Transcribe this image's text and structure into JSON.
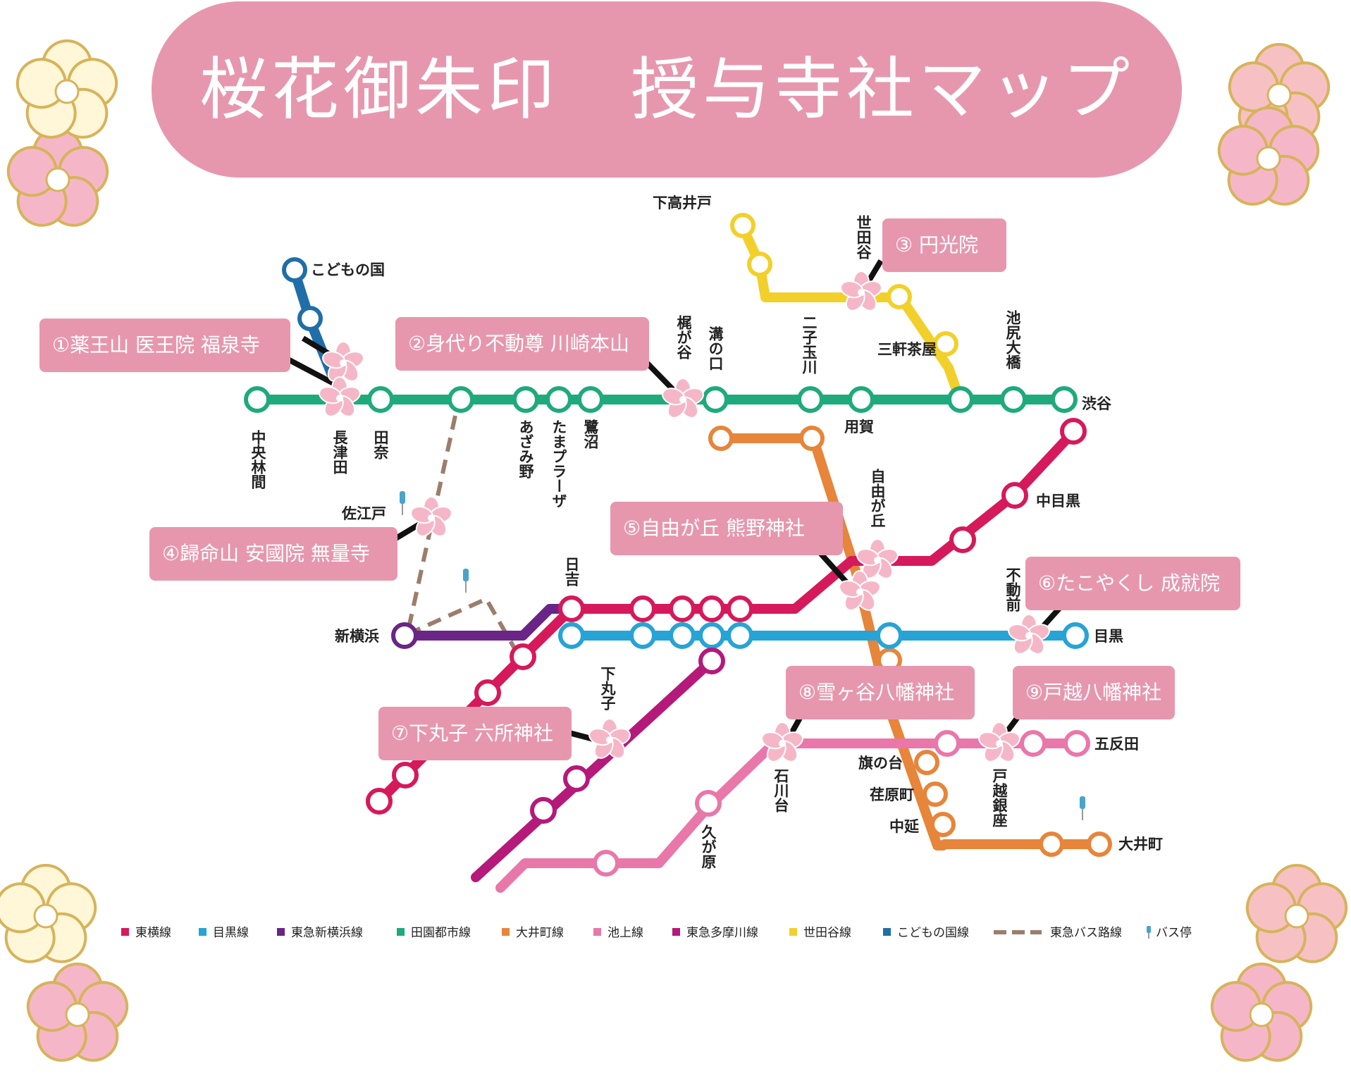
{
  "title": "桜花御朱印　授与寺社マップ",
  "colors": {
    "banner": "#e697ae",
    "toyoko": "#d6195a",
    "meguro": "#27a3d6",
    "shinyokohama": "#6a2586",
    "denentoshi": "#1faa7c",
    "oimachi": "#e7853a",
    "ikegami": "#e977aa",
    "tamagawa": "#b5197a",
    "setagaya": "#f2d02b",
    "kodomonokuni": "#1f6ea8",
    "bus": "#9c7d6b",
    "connector": "#111111",
    "blossom": "#f5b7c8"
  },
  "temples": [
    {
      "id": "t1",
      "label": "①薬王山 医王院 福泉寺"
    },
    {
      "id": "t2",
      "label": "②身代り不動尊 川崎本山"
    },
    {
      "id": "t3",
      "label": "③ 円光院"
    },
    {
      "id": "t4",
      "label": "④歸命山 安國院 無量寺"
    },
    {
      "id": "t5",
      "label": "⑤自由が丘 熊野神社"
    },
    {
      "id": "t6",
      "label": "⑥たこやくし 成就院"
    },
    {
      "id": "t7",
      "label": "⑦下丸子 六所神社"
    },
    {
      "id": "t8",
      "label": "⑧雪ヶ谷八幡神社"
    },
    {
      "id": "t9",
      "label": "⑨戸越八幡神社"
    }
  ],
  "stations": {
    "kodomonokuni": "こどもの国",
    "chuorinkan": "中央林間",
    "nagatsuta": "長津田",
    "tana": "田奈",
    "azamino": "あざみ野",
    "tamaplaza": "たまプラーザ",
    "saginuma": "鷺沼",
    "kajigaya": "梶が谷",
    "mizonokuchi": "溝の口",
    "futakotamagawa": "二子玉川",
    "yoga": "用賀",
    "sangenjaya": "三軒茶屋",
    "ikejiriohashi": "池尻大橋",
    "shibuya": "渋谷",
    "shimotakaido": "下高井戸",
    "setagaya": "世田谷",
    "jiyugaoka": "自由が丘",
    "nakameguro": "中目黒",
    "fudomae": "不動前",
    "meguro": "目黒",
    "sae": "佐江戸",
    "shinyokohama": "新横浜",
    "hiyoshi": "日吉",
    "shimomaruko": "下丸子",
    "ishikawadai": "石川台",
    "hatanodai": "旗の台",
    "ebaramachi": "荏原町",
    "nakanobu": "中延",
    "togoshiginza": "戸越銀座",
    "gotanda": "五反田",
    "oimachi": "大井町",
    "kugahara": "久が原"
  },
  "legend": [
    {
      "label": "東横線",
      "color": "#d6195a"
    },
    {
      "label": "目黒線",
      "color": "#27a3d6"
    },
    {
      "label": "東急新横浜線",
      "color": "#6a2586"
    },
    {
      "label": "田園都市線",
      "color": "#1faa7c"
    },
    {
      "label": "大井町線",
      "color": "#e7853a"
    },
    {
      "label": "池上線",
      "color": "#e977aa"
    },
    {
      "label": "東急多摩川線",
      "color": "#b5197a"
    },
    {
      "label": "世田谷線",
      "color": "#f2d02b"
    },
    {
      "label": "こどもの国線",
      "color": "#1f6ea8"
    },
    {
      "label": "東急バス路線",
      "color": "#9c7d6b"
    },
    {
      "label": "バス停",
      "color": "#4aa3c9"
    }
  ]
}
